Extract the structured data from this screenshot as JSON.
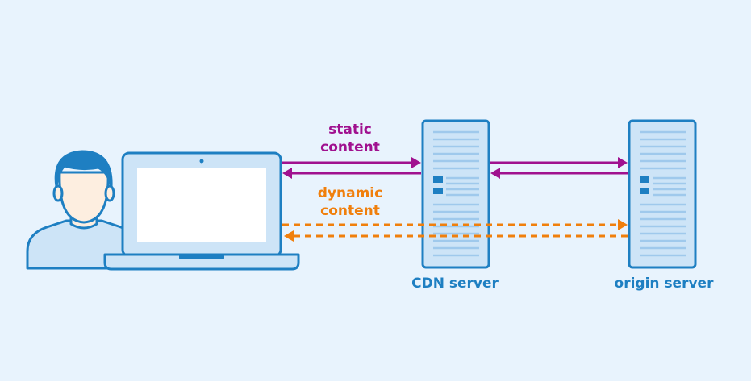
{
  "colors": {
    "background": "#e8f3fd",
    "outline": "#1e7fc2",
    "fill_light": "#cde4f7",
    "screen": "#ffffff",
    "hair": "#1e7fc2",
    "skin": "#fdeee0",
    "static_arrow": "#a0118f",
    "dynamic_arrow": "#f07f0c"
  },
  "icons": {
    "user": "user-icon",
    "laptop": "laptop-icon",
    "cdn_server": "server-icon",
    "origin_server": "server-icon"
  },
  "labels": {
    "static_content": [
      "static",
      "content"
    ],
    "dynamic_content": [
      "dynamic",
      "content"
    ],
    "cdn_server": "CDN server",
    "origin_server": "origin server"
  }
}
